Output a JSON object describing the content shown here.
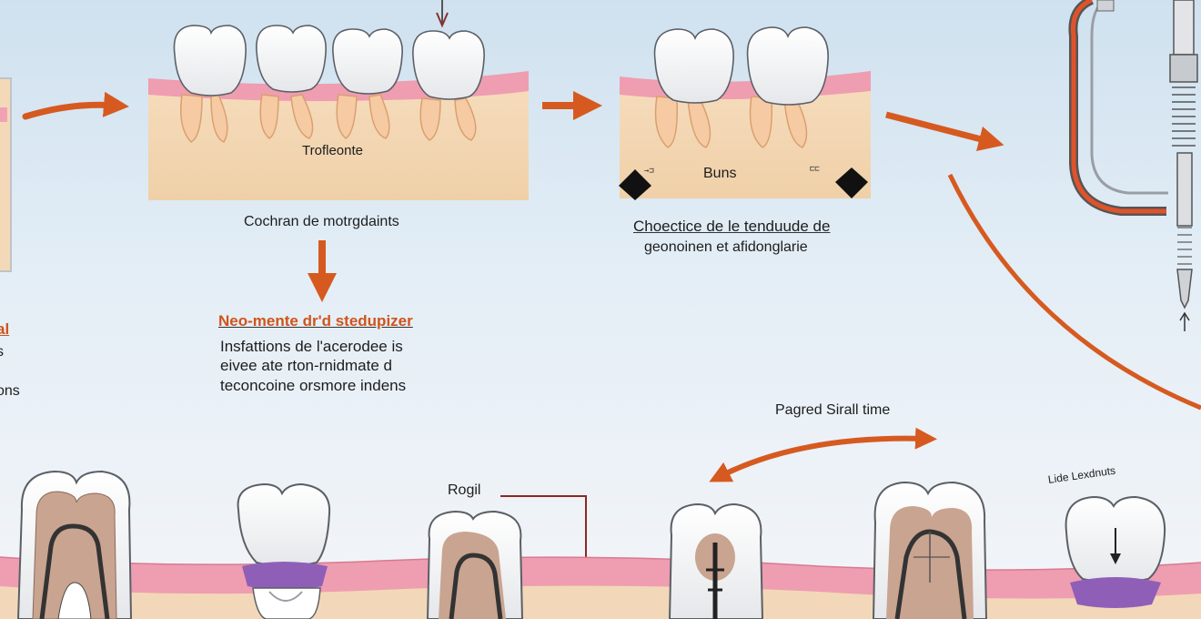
{
  "panels": {
    "p1": {
      "label": "Trofleonte",
      "caption": "Cochran de motrgdaints"
    },
    "p2": {
      "label": "Buns",
      "caption_line1": "Choectice de le tenduude de",
      "caption_line2": "geonoinen et afidonglarie"
    }
  },
  "left_edge": {
    "heading": "al",
    "line1": "s",
    "line2": "ons"
  },
  "note": {
    "heading": "Neo-mente dr'd stedupizer",
    "line1": "Insfattions de l'acerodee is",
    "line2": "eivee ate rton-rnidmate d",
    "line3": "teconcoine orsmore indens"
  },
  "bottom": {
    "arrow_label": "Pagred Sirall time",
    "callout_label": "Rogil",
    "right_label": "Lide Lexdnuts"
  },
  "colors": {
    "arrow": "#d65a20",
    "gum": "#ef9db0",
    "bone": "#f2d6b2",
    "root": "#f4c8a0",
    "band": "#8f5fb8",
    "pulp": "#c9a490"
  }
}
